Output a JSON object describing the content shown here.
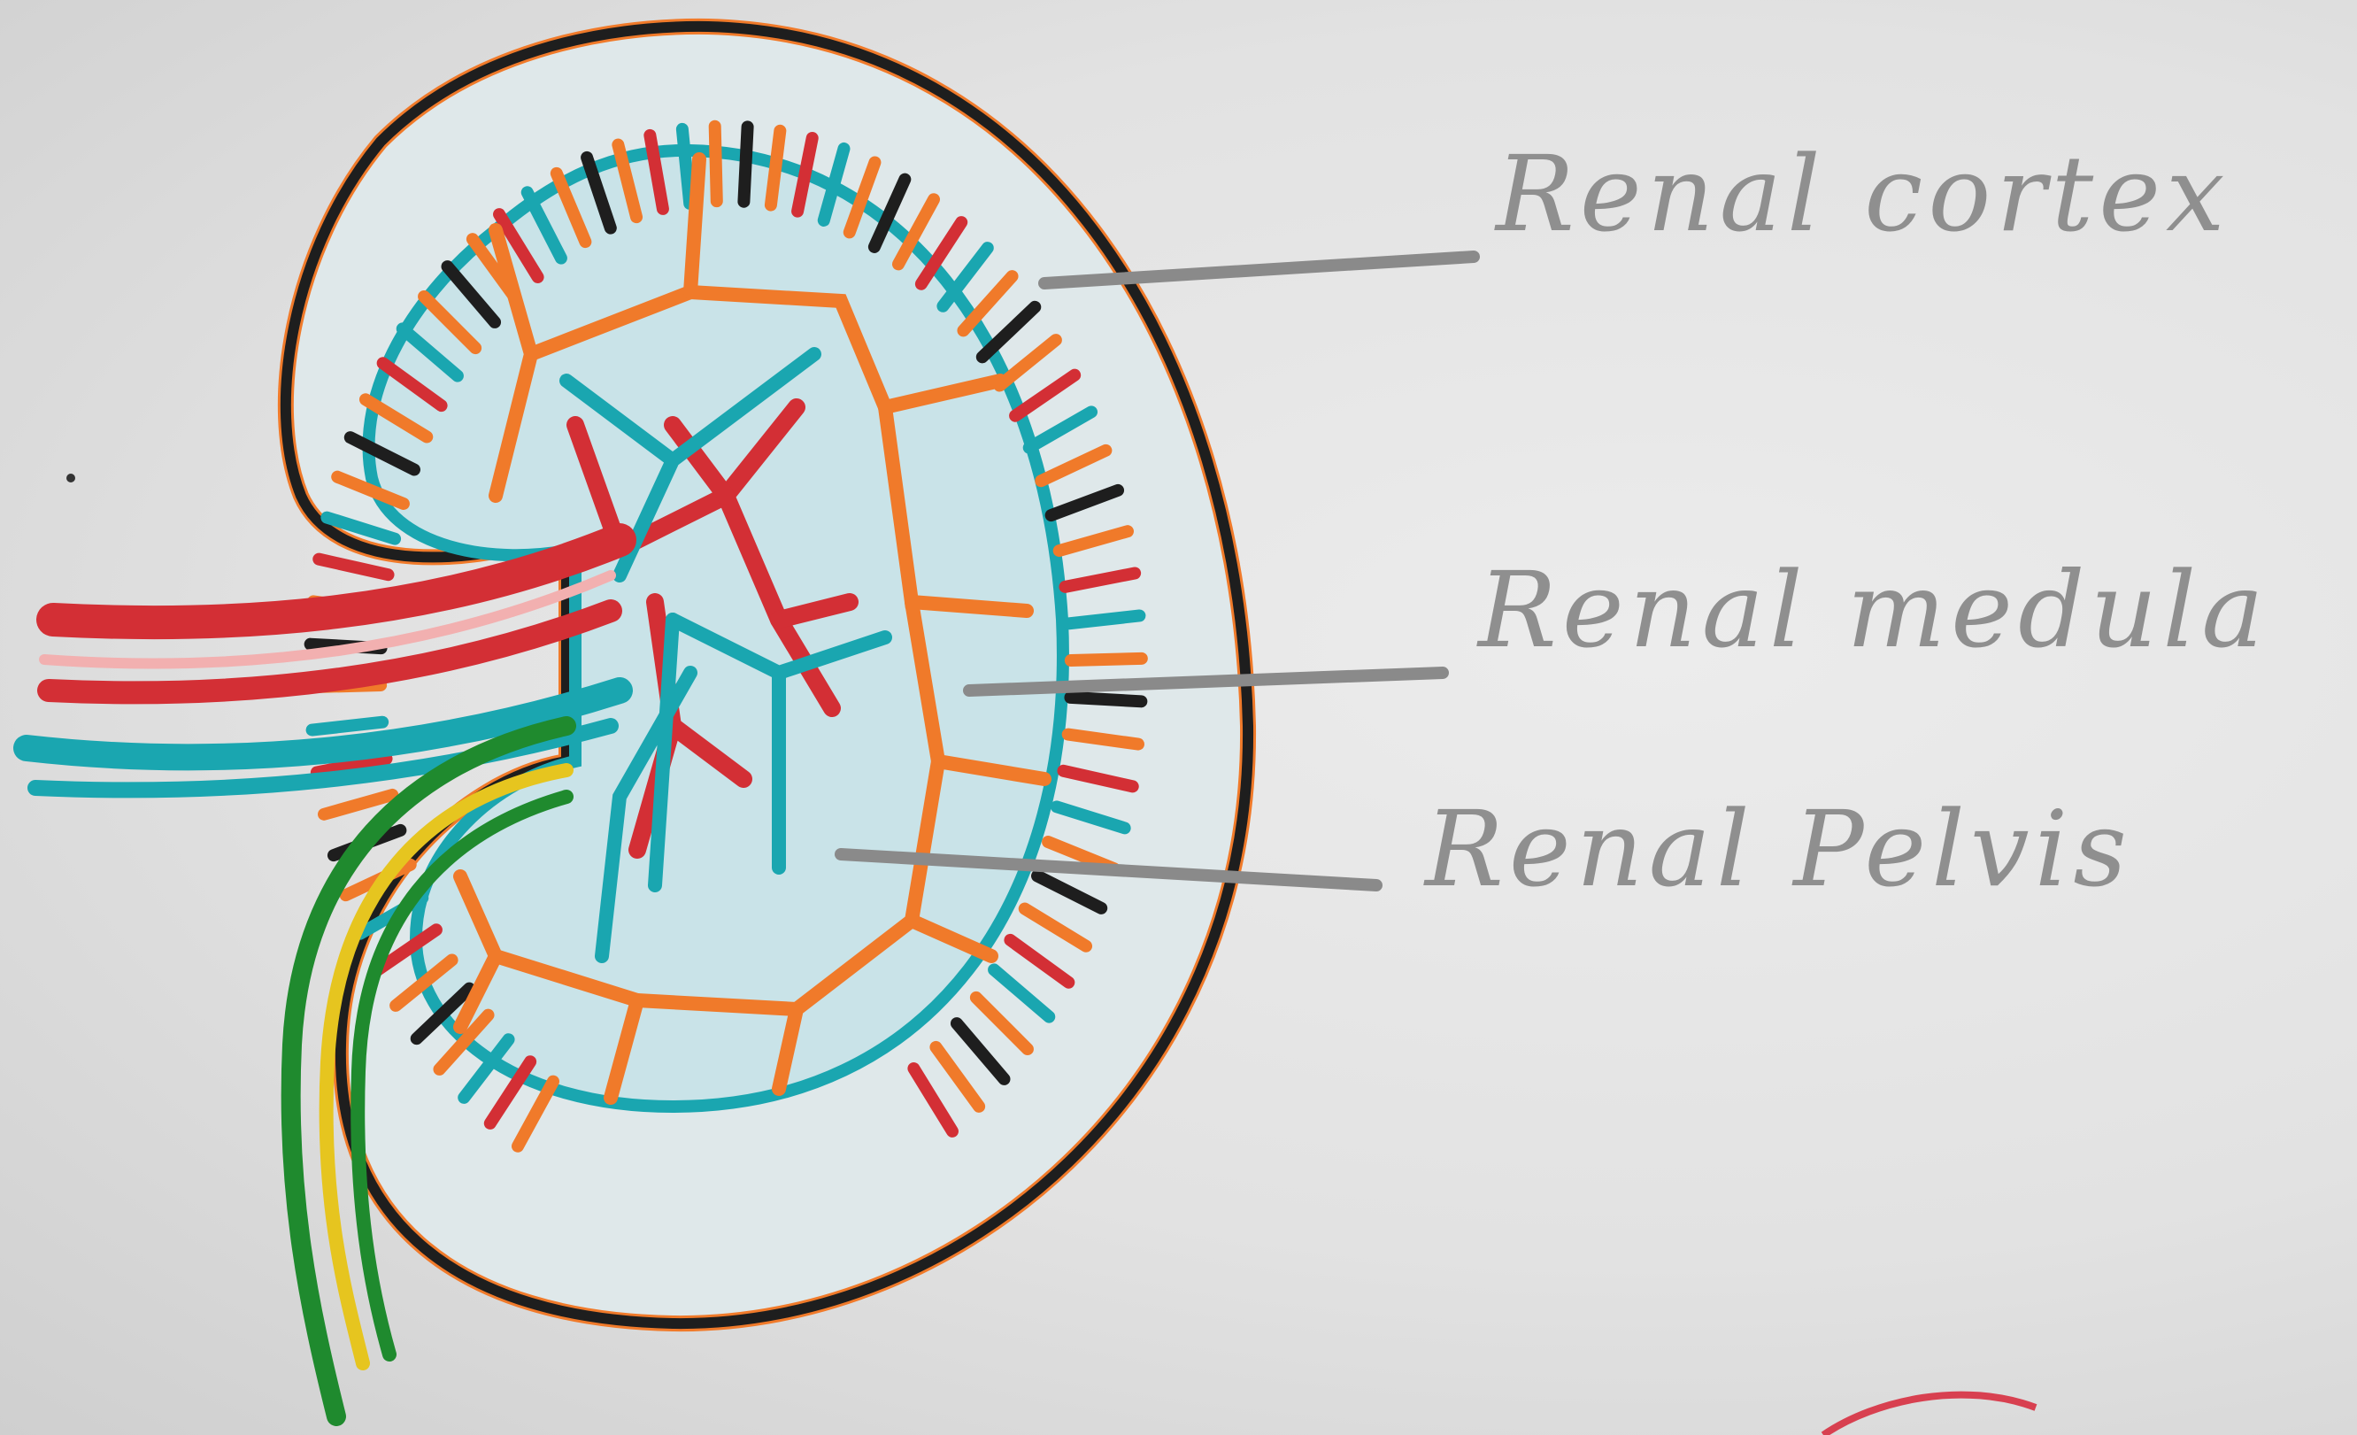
{
  "diagram": {
    "labels": {
      "cortex": "Renal cortex",
      "medulla": "Renal medula",
      "pelvis": "Renal Pelvis"
    },
    "colors": {
      "outline": "#1e1e1e",
      "cortex_orange": "#f07a2a",
      "artery_red": "#d32f35",
      "vein_teal": "#1aa6b0",
      "medulla_fill": "#cfe6ea",
      "ureter_green": "#1f8a2e",
      "ureter_yellow": "#e6c51f",
      "pencil_gray": "#8a8a8a"
    }
  }
}
